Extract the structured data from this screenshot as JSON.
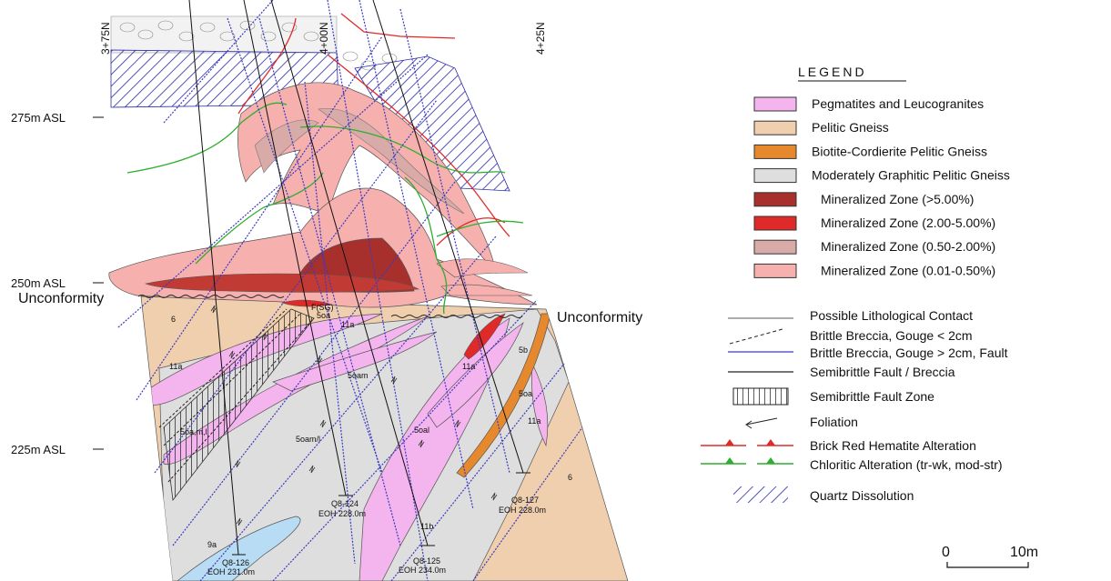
{
  "section": {
    "gridlines": [
      "3+75N",
      "4+00N",
      "4+25N"
    ],
    "elevations": [
      "275m ASL",
      "250m ASL",
      "225m ASL"
    ],
    "unconformity_left": "Unconformity",
    "unconformity_right": "Unconformity",
    "unit_labels": [
      "6",
      "11a",
      "11a",
      "5oa",
      "F(SG)",
      "5oa,m,l",
      "5oam",
      "5oam/l",
      "5oal",
      "5b",
      "5oa",
      "11a",
      "11a",
      "6",
      "9a",
      "11b"
    ],
    "drillholes": [
      {
        "id": "Q8-126",
        "eoh": "EOH 231.0m"
      },
      {
        "id": "Q8-124",
        "eoh": "EOH 228.0m"
      },
      {
        "id": "Q8-125",
        "eoh": "EOH 234.0m"
      },
      {
        "id": "Q8-127",
        "eoh": "EOH 228.0m"
      }
    ],
    "scale": {
      "zero": "0",
      "end": "10m"
    }
  },
  "legend": {
    "title": "LEGEND",
    "units": [
      {
        "label": "Pegmatites and Leucogranites",
        "color": "#f4b4ee"
      },
      {
        "label": "Pelitic Gneiss",
        "color": "#efcfad"
      },
      {
        "label": "Biotite-Cordierite Pelitic Gneiss",
        "color": "#e6892e"
      },
      {
        "label": "Moderately Graphitic Pelitic Gneiss",
        "color": "#dedede"
      },
      {
        "label": "Mineralized Zone (>5.00%)",
        "color": "#a8302c"
      },
      {
        "label": "Mineralized Zone (2.00-5.00%)",
        "color": "#e02a2a"
      },
      {
        "label": "Mineralized Zone (0.50-2.00%)",
        "color": "#d8aaa8"
      },
      {
        "label": "Mineralized Zone (0.01-0.50%)",
        "color": "#f6b0ae"
      }
    ],
    "structures": [
      {
        "label": "Possible Lithological Contact",
        "symbol": "thin-line"
      },
      {
        "label": "Brittle Breccia, Gouge < 2cm",
        "symbol": "dashed-line"
      },
      {
        "label": "Brittle Breccia, Gouge > 2cm, Fault",
        "symbol": "blue-line"
      },
      {
        "label": "Semibrittle Fault / Breccia",
        "symbol": "black-line"
      },
      {
        "label": "Semibrittle Fault Zone",
        "symbol": "hatched-box"
      },
      {
        "label": "Foliation",
        "symbol": "foliation"
      },
      {
        "label": "Brick Red Hematite Alteration",
        "symbol": "red-teeth-line",
        "color": "#e02a2a"
      },
      {
        "label": "Chloritic Alteration (tr-wk, mod-str)",
        "symbol": "green-teeth-line",
        "color": "#2fae2f"
      },
      {
        "label": "Quartz Dissolution",
        "symbol": "blue-hatch-box",
        "color": "#2a2aa8"
      }
    ]
  }
}
